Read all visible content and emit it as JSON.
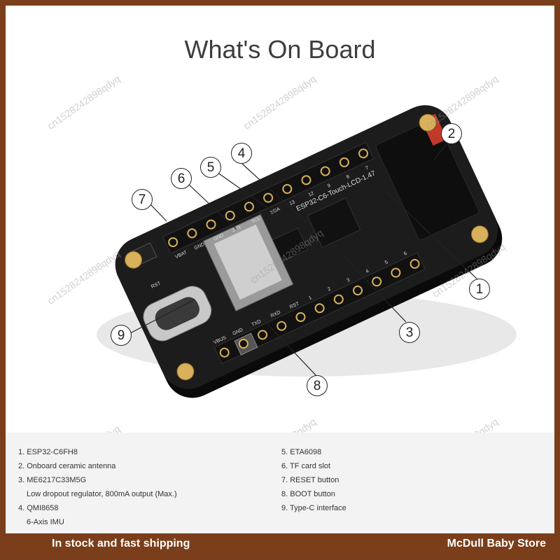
{
  "header": {
    "title": "What's On Board"
  },
  "callouts": [
    "1",
    "2",
    "3",
    "4",
    "5",
    "6",
    "7",
    "8",
    "9"
  ],
  "legend": {
    "left": [
      {
        "label": "1. ESP32-C6FH8",
        "sub": ""
      },
      {
        "label": "2. Onboard ceramic antenna",
        "sub": ""
      },
      {
        "label": "3. ME6217C33M5G",
        "sub": "Low dropout regulator, 800mA output (Max.)"
      },
      {
        "label": "4. QMI8658",
        "sub": "6-Axis IMU"
      }
    ],
    "right": [
      {
        "label": "5. ETA6098",
        "sub": ""
      },
      {
        "label": "6. TF card slot",
        "sub": ""
      },
      {
        "label": "7. RESET button",
        "sub": ""
      },
      {
        "label": "8. BOOT button",
        "sub": ""
      },
      {
        "label": "9. Type-C interface",
        "sub": ""
      }
    ]
  },
  "board_text": {
    "model": "ESP32-C6-Touch-LCD-1.47",
    "pins_top": [
      "7",
      "8",
      "9",
      "12",
      "13",
      "SDA",
      "SCL",
      "3V3",
      "GND",
      "GND",
      "VBAT"
    ],
    "pins_bottom": [
      "VBUS",
      "GND",
      "TXD",
      "RXD",
      "RST",
      "1",
      "2",
      "3",
      "4",
      "5",
      "6"
    ],
    "rst_label": "RST"
  },
  "watermark": "cn1528242898qdyq",
  "footer": {
    "left": "In stock and fast shipping",
    "right": "McDull Baby Store"
  },
  "colors": {
    "border": "#7a3e1a",
    "pcb": "#151515",
    "pad": "#d9b15a"
  }
}
